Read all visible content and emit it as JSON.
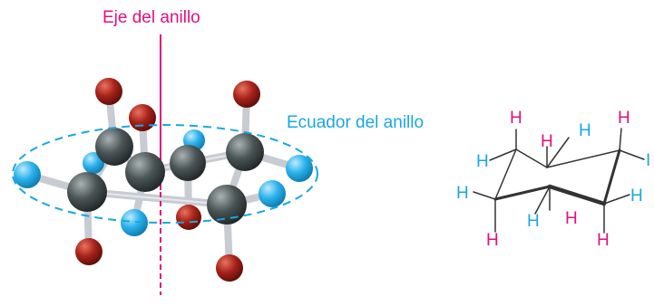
{
  "labels": {
    "ring_axis": "Eje del anillo",
    "ring_equator": "Ecuador del anillo"
  },
  "colors": {
    "axial": "#e0117f",
    "equatorial": "#1aa7e0",
    "carbon": "#4b5556",
    "axial_atom": "#a8221a",
    "equatorial_atom": "#2ab2ea",
    "bond_outline": "#333333",
    "stick": "#c8ccd2"
  },
  "structure": {
    "axial_h": [
      "H",
      "H",
      "H",
      "H",
      "H",
      "H"
    ],
    "equatorial_h": [
      "H",
      "H",
      "H",
      "H",
      "H"
    ],
    "substituent": "I"
  }
}
